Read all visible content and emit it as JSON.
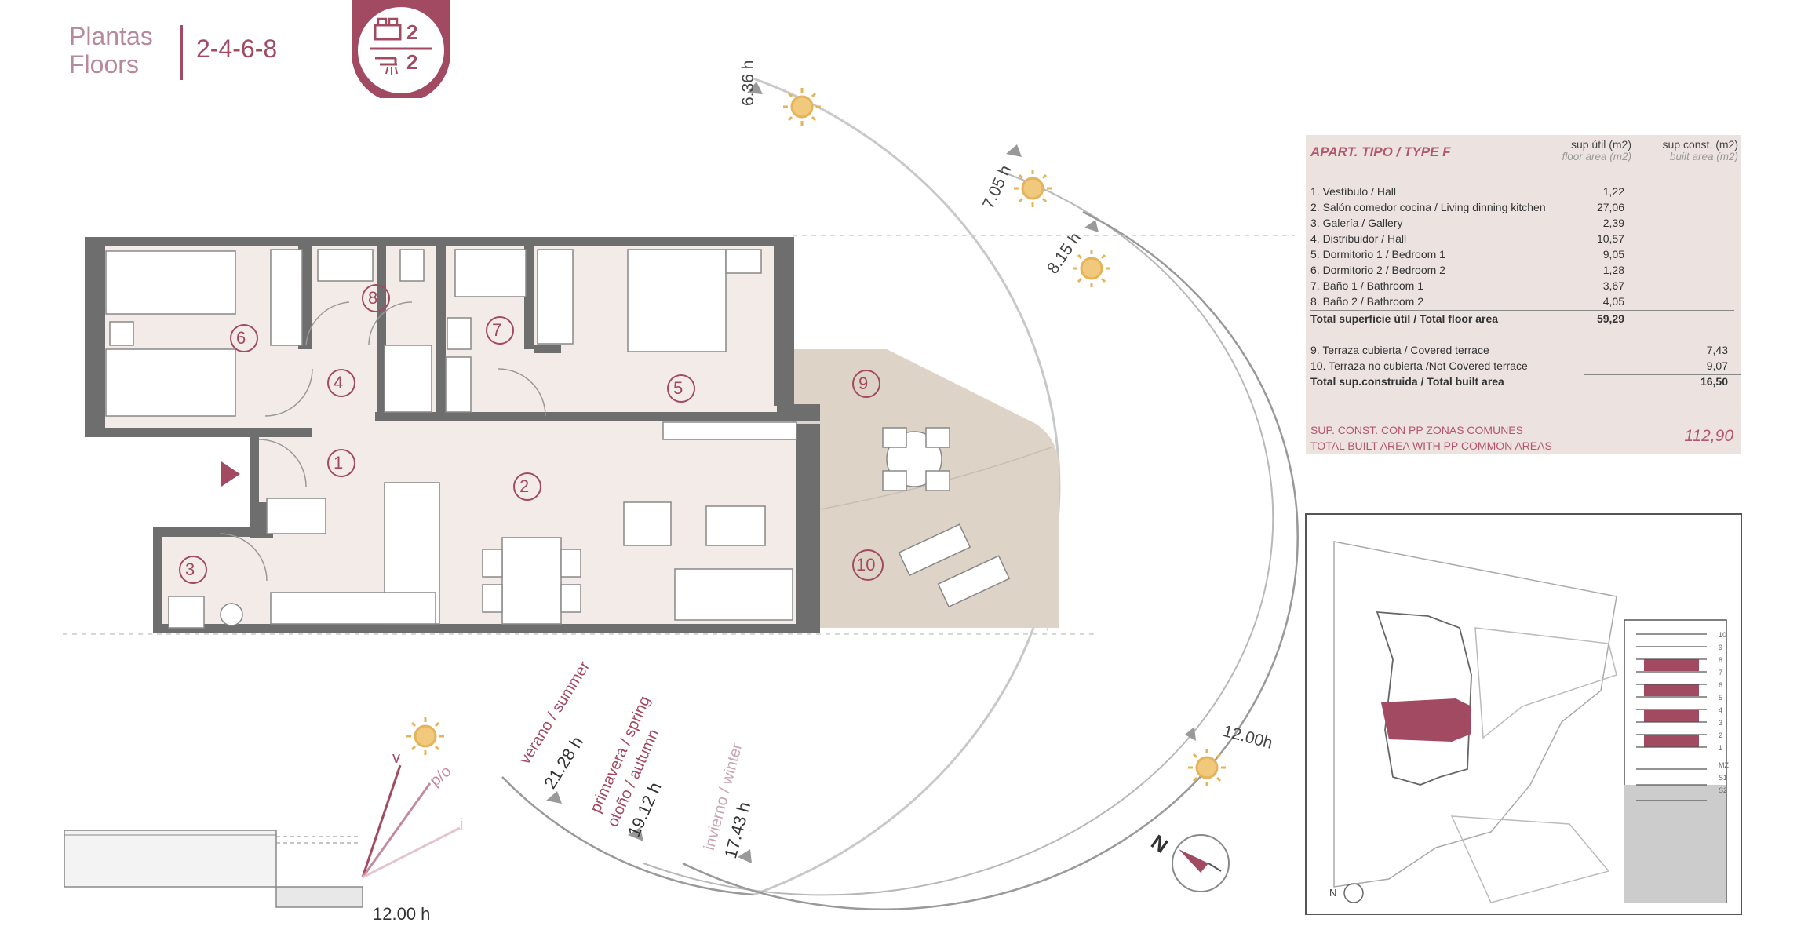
{
  "header": {
    "title_es": "Plantas",
    "title_en": "Floors",
    "floors": "2-4-6-8",
    "bedrooms": "2",
    "bathrooms": "2",
    "bed_icon": "bed-icon",
    "shower_icon": "shower-icon"
  },
  "colors": {
    "accent": "#a14a62",
    "terrace": "#ddd3c6",
    "floor": "#f3ebe8",
    "wall": "#6e6e6e",
    "table_bg": "#ece3e1",
    "sun": "#e6b25a"
  },
  "rooms": [
    "1",
    "2",
    "3",
    "4",
    "5",
    "6",
    "7",
    "8",
    "9",
    "10"
  ],
  "sun_times": {
    "t1": "6.36 h",
    "t2": "7.05 h",
    "t3": "8.15 h",
    "t4": "12.00h",
    "summer_label": "verano / summer",
    "summer_time": "21.28 h",
    "spring_label": "primavera / spring",
    "autumn_label": "otoño / autumn",
    "spring_time": "19.12 h",
    "winter_label": "invierno / winter",
    "winter_time": "17.43 h"
  },
  "elevation": {
    "v": "v",
    "po": "p/o",
    "i": "i",
    "time": "12.00 h"
  },
  "compass": {
    "north": "N"
  },
  "table": {
    "title": "APART. TIPO / TYPE F",
    "col1_es": "sup útil (m2)",
    "col1_en": "floor area (m2)",
    "col2_es": "sup const. (m2)",
    "col2_en": "built area (m2)",
    "rows": [
      {
        "label": "1. Vestíbulo / Hall",
        "v1": "1,22"
      },
      {
        "label": "2. Salón comedor cocina / Living dinning kitchen",
        "v1": "27,06"
      },
      {
        "label": "3. Galería / Gallery",
        "v1": "2,39"
      },
      {
        "label": "4. Distribuidor / Hall",
        "v1": "10,57"
      },
      {
        "label": "5. Dormitorio 1 / Bedroom 1",
        "v1": "9,05"
      },
      {
        "label": "6. Dormitorio 2 / Bedroom 2",
        "v1": "1,28"
      },
      {
        "label": "7. Baño 1 / Bathroom 1",
        "v1": "3,67"
      },
      {
        "label": "8. Baño 2 / Bathroom 2",
        "v1": "4,05"
      }
    ],
    "total_floor_label": "Total superficie útil / Total floor area",
    "total_floor_value": "59,29",
    "terraces": [
      {
        "label": "9. Terraza cubierta / Covered terrace",
        "v2": "7,43"
      },
      {
        "label": "10. Terraza no cubierta /Not Covered terrace",
        "v2": "9,07"
      }
    ],
    "total_built_label": "Total sup.construida / Total built area",
    "total_built_value": "16,50",
    "common_es": "SUP. CONST. CON PP ZONAS COMUNES",
    "common_en": "TOTAL BUILT AREA WITH PP COMMON AREAS",
    "common_value": "112,90"
  },
  "site_plan": {
    "floor_levels": [
      "10",
      "9",
      "8",
      "7",
      "6",
      "5",
      "4",
      "3",
      "2",
      "1",
      "MZ",
      "S1",
      "S2"
    ],
    "north": "N"
  }
}
